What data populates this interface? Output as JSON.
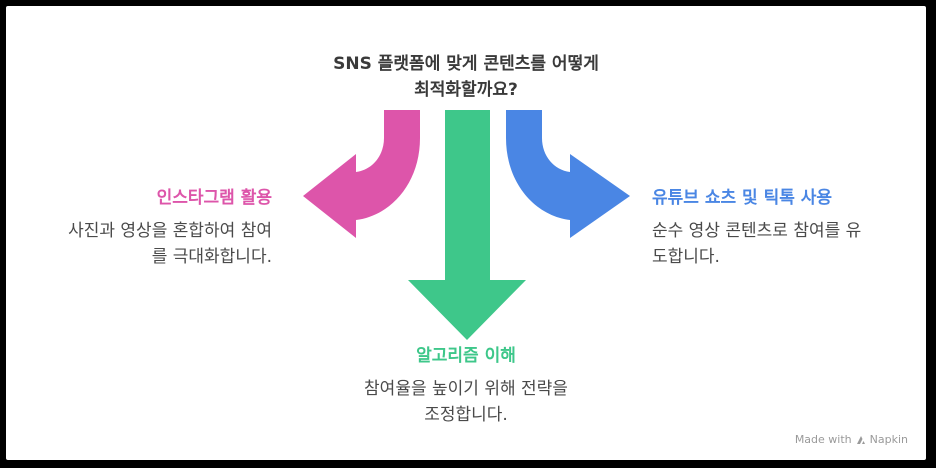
{
  "title": {
    "line1": "SNS 플랫폼에 맞게 콘텐츠를 어떻게",
    "line2": "최적화할까요?"
  },
  "branches": {
    "left": {
      "heading": "인스타그램 활용",
      "text_line1": "사진과 영상을 혼합하여 참여",
      "text_line2": "를 극대화합니다.",
      "color": "#dd55aa"
    },
    "middle": {
      "heading": "알고리즘 이해",
      "text_line1": "참여율을 높이기 위해 전략을",
      "text_line2": "조정합니다.",
      "color": "#3ec78a"
    },
    "right": {
      "heading": "유튜브 쇼츠 및 틱톡 사용",
      "text_line1": "순수 영상 콘텐츠로 참여를 유",
      "text_line2": "도합니다.",
      "color": "#4a86e4"
    }
  },
  "footer": {
    "label": "Made with",
    "brand": "Napkin",
    "icon": "napkin-icon"
  }
}
